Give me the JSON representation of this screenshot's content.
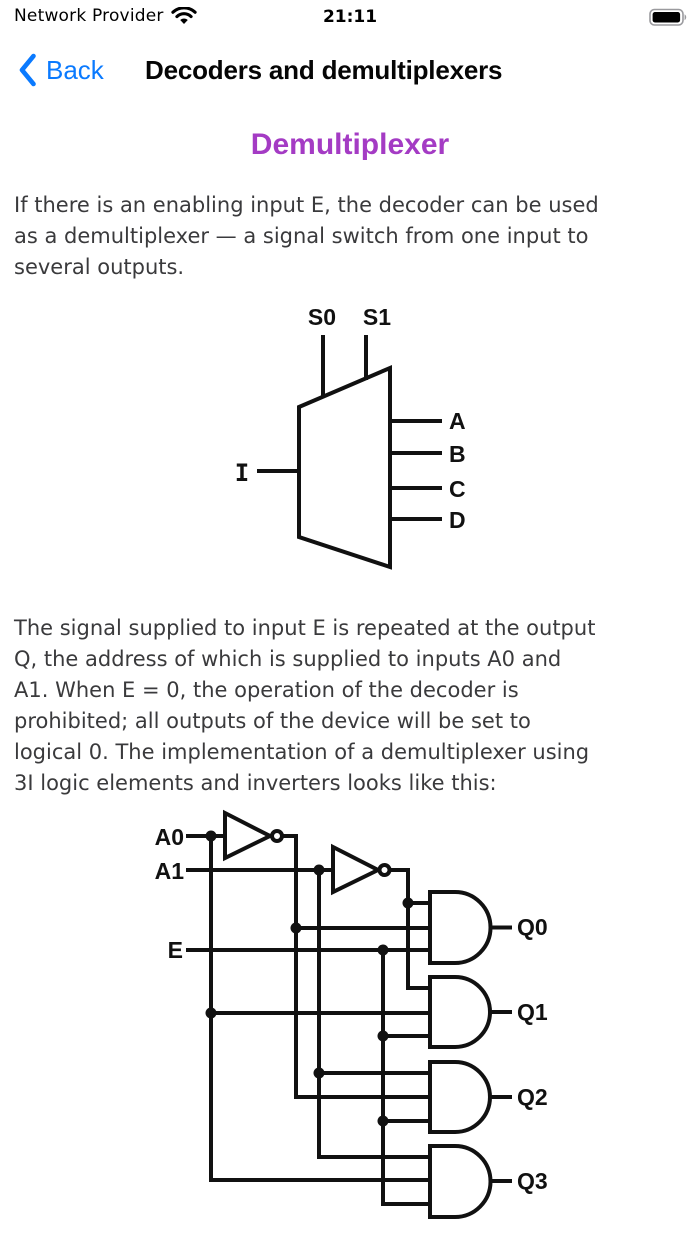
{
  "status_bar": {
    "carrier": "Network Provider",
    "time": "21:11",
    "wifi_icon": "wifi-icon",
    "battery_icon": "battery-icon",
    "battery_fill": "full"
  },
  "nav_bar": {
    "back_label": "Back",
    "title": "Decoders and demultiplexers"
  },
  "article": {
    "heading": "Demultiplexer",
    "paragraph1": "If there is an enabling input E, the decoder can be used\nas a demultiplexer — a signal switch from one input to\nseveral outputs.",
    "paragraph2": "The signal supplied to input E is repeated at the output\nQ, the address of which is supplied to inputs A0 and\nA1. When E = 0, the operation of the decoder is\nprohibited; all outputs of the device will be set to\nlogical 0. The implementation of a demultiplexer using\n3I logic elements and inverters looks like this:",
    "demux_symbol": {
      "select_inputs": [
        "S0",
        "S1"
      ],
      "data_input": "I",
      "outputs": [
        "A",
        "B",
        "C",
        "D"
      ]
    },
    "circuit": {
      "inputs": [
        "A0",
        "A1",
        "E"
      ],
      "outputs": [
        "Q0",
        "Q1",
        "Q2",
        "Q3"
      ],
      "gate_count": 4,
      "inverter_count": 2
    }
  },
  "colors": {
    "accent_blue": "#0A7AFF",
    "heading_purple": "#A43BC4",
    "body_text": "#3A3A3C",
    "diagram_ink": "#111111"
  }
}
